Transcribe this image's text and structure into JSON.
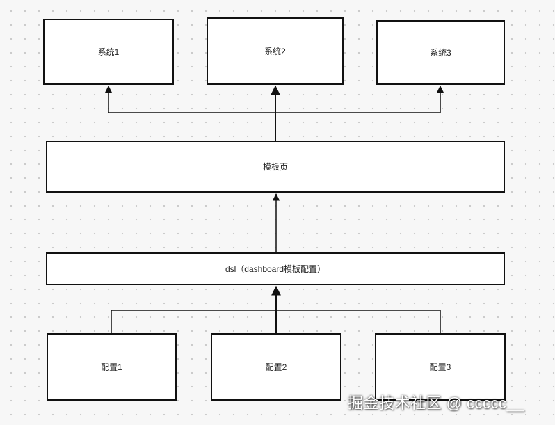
{
  "diagram": {
    "systems": [
      "系统1",
      "系统2",
      "系统3"
    ],
    "template_page": "模板页",
    "dsl": "dsl（dashboard模板配置）",
    "configs": [
      "配置1",
      "配置2",
      "配置3"
    ]
  },
  "edges": [
    {
      "from": "模板页",
      "to": [
        "系统1",
        "系统2",
        "系统3"
      ]
    },
    {
      "from": "dsl（dashboard模板配置）",
      "to": [
        "模板页"
      ]
    },
    {
      "from": [
        "配置1",
        "配置2",
        "配置3"
      ],
      "to": "dsl（dashboard模板配置）"
    }
  ],
  "watermark": "掘金技术社区 @ ccccc__",
  "colors": {
    "background": "#f7f7f7",
    "stroke": "#111111",
    "node_fill": "#ffffff"
  }
}
